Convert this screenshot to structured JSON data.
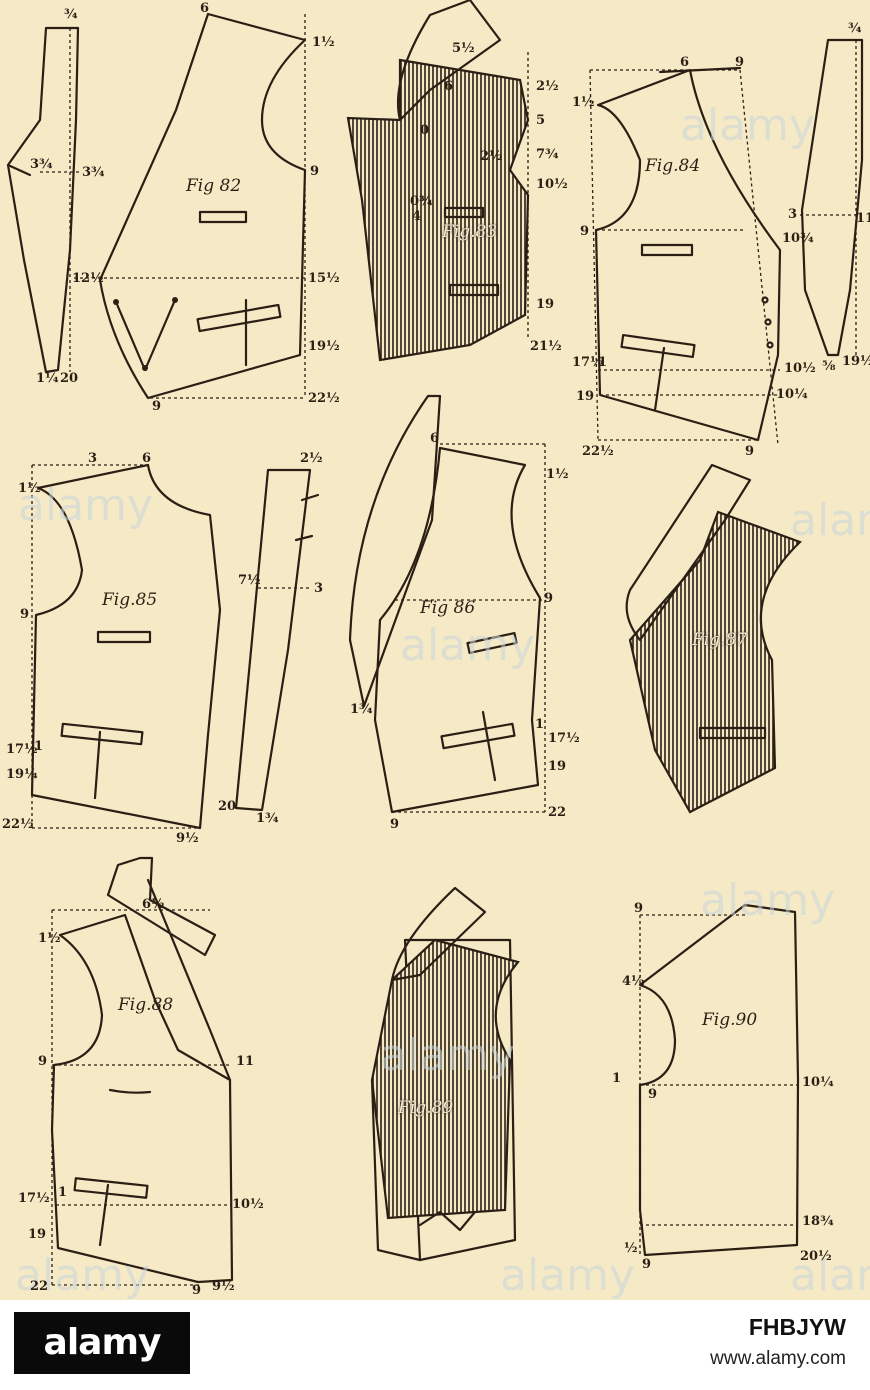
{
  "figures": {
    "f82": "Fig 82",
    "f83": "Fig.83",
    "f84": "Fig.84",
    "f85": "Fig.85",
    "f86": "Fig 86",
    "f87": "Fig.87",
    "f88": "Fig.88",
    "f89": "Fig.89",
    "f90": "Fig.90"
  },
  "measures": {
    "fig82": [
      "6",
      "1½",
      "9",
      "15½",
      "19½",
      "22½",
      "9",
      "12½",
      "3¾",
      "3¾",
      "1¼",
      "20",
      "¾"
    ],
    "fig83": [
      "5½",
      "6",
      "2½",
      "5",
      "7¾",
      "10½",
      "19",
      "21½",
      "0",
      "0¾",
      "4",
      "2½"
    ],
    "fig84": [
      "6",
      "9",
      "1½",
      "9",
      "10¾",
      "3",
      "11",
      "17½",
      "1",
      "19",
      "10½",
      "10¼",
      "22½",
      "9",
      "⅝",
      "19½",
      "¾"
    ],
    "fig85": [
      "3",
      "6",
      "1½",
      "2½",
      "9",
      "7½",
      "3",
      "17½",
      "1",
      "19¼",
      "20",
      "1¾",
      "22½",
      "9½"
    ],
    "fig86": [
      "6",
      "1½",
      "9",
      "1¾",
      "1",
      "17½",
      "19",
      "22",
      "9"
    ],
    "fig88": [
      "6½",
      "1½",
      "9",
      "11",
      "17½",
      "1",
      "10½",
      "19",
      "22",
      "9",
      "9½"
    ],
    "fig90": [
      "9",
      "4½",
      "1",
      "9",
      "10¼",
      "18¾",
      "½",
      "9",
      "20½"
    ]
  },
  "watermarks": [
    "alamy",
    "alamy",
    "alamy",
    "alamy",
    "alamy",
    "alamy",
    "alamy",
    "alamy",
    "alamy"
  ],
  "footer": {
    "logo": "alamy",
    "image_id": "FHBJYW",
    "site": "www.alamy.com"
  },
  "colors": {
    "paper": "#f6e9c6",
    "ink": "#2a1f14"
  }
}
